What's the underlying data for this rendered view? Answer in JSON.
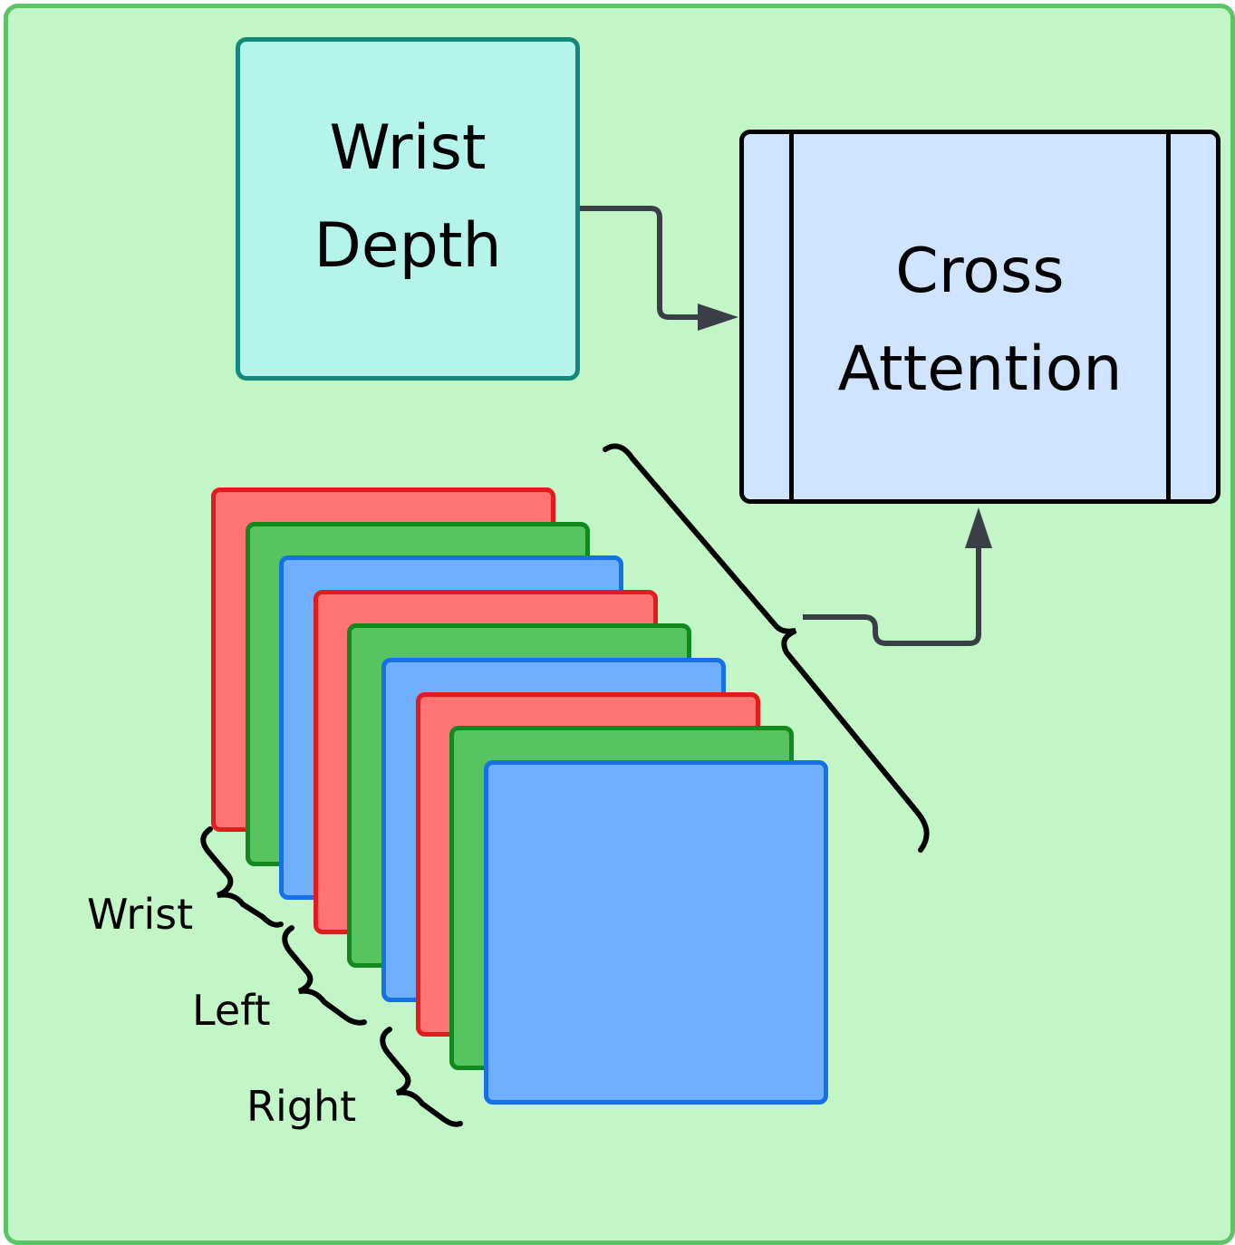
{
  "diagram": {
    "wrist_depth_box": {
      "lines": [
        "Wrist",
        "Depth"
      ]
    },
    "cross_attention_box": {
      "lines": [
        "Cross",
        "Attention"
      ]
    },
    "frame_stack": {
      "labels": [
        "Wrist",
        "Left",
        "Right"
      ],
      "frame_order": [
        "red",
        "green",
        "blue",
        "red",
        "green",
        "blue",
        "red",
        "green",
        "blue"
      ]
    },
    "colors": {
      "background": "#c3f6c7",
      "panel_border": "#5bc465",
      "wrist_depth_fill": "#b4f4ea",
      "wrist_depth_border": "#128a7b",
      "cross_attention_fill": "#d0e4ff",
      "red_fill": "#ff7373",
      "green_fill": "#57c45f",
      "blue_fill": "#6eb0ff",
      "arrow": "#3a3f47"
    }
  }
}
